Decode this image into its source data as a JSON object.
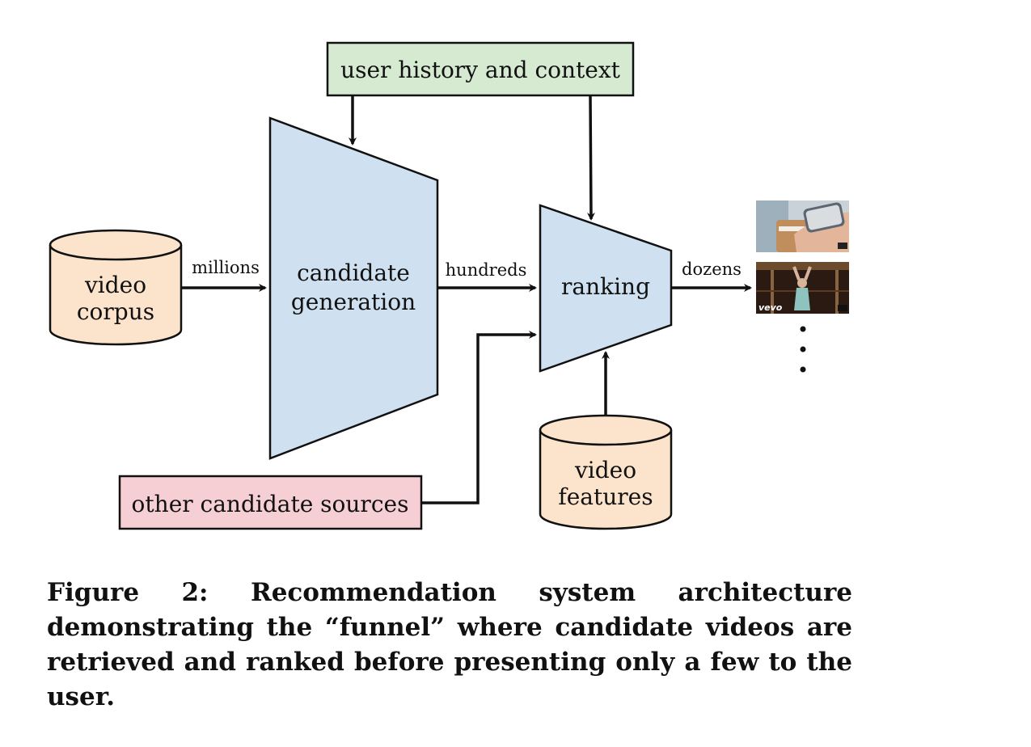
{
  "diagram": {
    "nodes": {
      "user_history": "user history and context",
      "video_corpus": [
        "video",
        "corpus"
      ],
      "candidate_generation": [
        "candidate",
        "generation"
      ],
      "ranking": "ranking",
      "other_sources": "other candidate sources",
      "video_features": [
        "video",
        "features"
      ]
    },
    "edge_labels": {
      "corpus_to_generation": "millions",
      "generation_to_ranking": "hundreds",
      "ranking_to_output": "dozens"
    },
    "thumbnails": {
      "vevo_logo": "vevo"
    },
    "colors": {
      "green_box": "#d6ead2",
      "blue_funnel": "#cfe1f1",
      "orange_cylinder": "#fbe3cc",
      "pink_box": "#f5cfd3",
      "stroke": "#111111"
    }
  },
  "caption": "Figure 2: Recommendation system architecture demonstrating the “funnel” where candidate videos are retrieved and ranked before presenting only a few to the user."
}
